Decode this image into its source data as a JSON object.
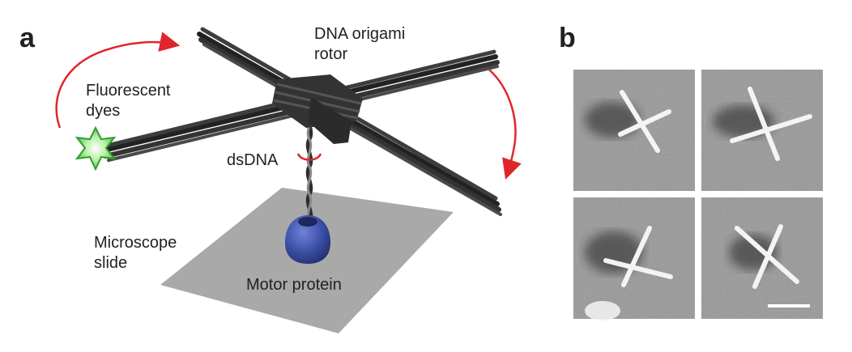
{
  "panel_a": {
    "letter": "a",
    "labels": {
      "rotor": [
        "DNA origami",
        "rotor"
      ],
      "dyes": [
        "Fluorescent",
        "dyes"
      ],
      "dsdna": "dsDNA",
      "slide": [
        "Microscope",
        "slide"
      ],
      "motor": "Motor protein"
    }
  },
  "panel_b": {
    "letter": "b",
    "micrographs": [
      "top-left",
      "top-right",
      "bottom-left",
      "bottom-right"
    ]
  },
  "colors": {
    "arrow": "#e0262b",
    "rod": "#3a3a3a",
    "slide": "#a9a9a9",
    "motor": "#3b4fa5",
    "dye": "#3dbb3a",
    "em_background": "#8e8e8e"
  }
}
